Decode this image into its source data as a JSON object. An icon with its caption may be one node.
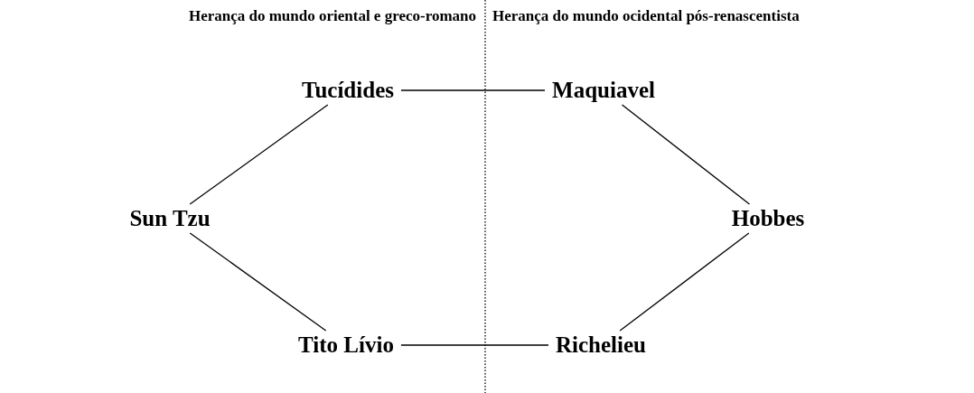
{
  "diagram": {
    "nodes": [
      {
        "text": [
          "Tucídides"
        ]
      },
      {
        "text": [
          "Maquiavel"
        ]
      },
      {
        "text": [
          "Sun Tzu"
        ]
      },
      {
        "text": [
          "Hobbes"
        ]
      },
      {
        "text": [
          "Tito Lívio"
        ]
      },
      {
        "text": [
          "Richelieu"
        ]
      }
    ],
    "edges": [
      {
        "from": 0,
        "to": 1,
        "arrow": "none"
      },
      {
        "from": 0,
        "to": 2,
        "arrow": "none"
      },
      {
        "from": 1,
        "to": 3,
        "arrow": "none"
      },
      {
        "from": 2,
        "to": 4,
        "arrow": "none"
      },
      {
        "from": 3,
        "to": 5,
        "arrow": "none"
      },
      {
        "from": 4,
        "to": 5,
        "arrow": "none"
      }
    ],
    "labels": [
      "Herança do mundo oriental e greco-romano",
      "Herança do mundo ocidental pós-renascentista"
    ]
  }
}
